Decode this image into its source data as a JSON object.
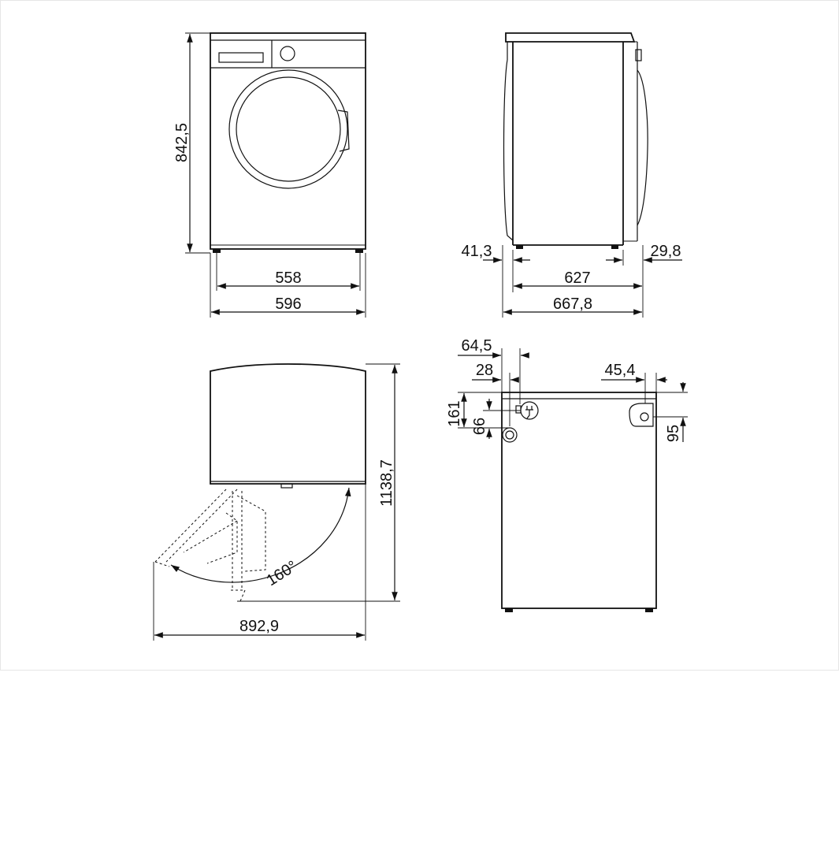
{
  "colors": {
    "ink": "#111111",
    "background": "#ffffff",
    "frame": "#e6e6e6"
  },
  "front_view": {
    "height": "842,5",
    "feet_span": "558",
    "width": "596"
  },
  "side_view": {
    "front_overhang": "41,3",
    "feet_span": "627",
    "rear_overhang": "29,8",
    "depth": "667,8"
  },
  "top_view": {
    "angle": "160°",
    "depth_door_open": "1138,7",
    "width_door_open": "892,9"
  },
  "rear_view": {
    "plug_offset": "64,5",
    "hose_offset": "28",
    "drain_offset": "45,4",
    "plug_height": "161",
    "hose_height": "66",
    "drain_height": "95",
    "icons": [
      "power-plug-icon",
      "inlet-hose-icon",
      "drain-outlet-icon"
    ]
  }
}
